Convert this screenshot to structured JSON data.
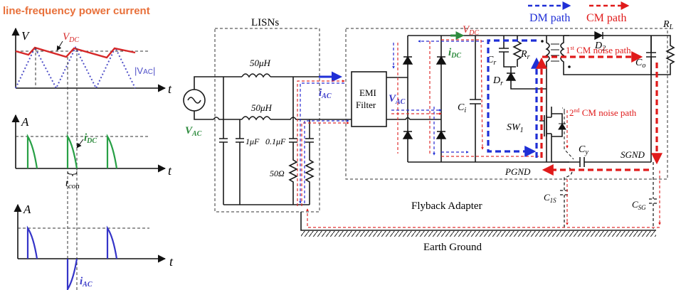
{
  "title": "line-frequency power current",
  "colors": {
    "title": "#e8703a",
    "dm_path": "#1f2fd6",
    "cm_path": "#e01a1a",
    "vdc_label": "#d62828",
    "idc_label": "#2e8b3e",
    "vac_label": "#2e8b3e",
    "iac_label": "#3a3ac8"
  },
  "waveforms": {
    "voltage": {
      "y_axis": "V",
      "x_axis": "t",
      "vdc_label": "V",
      "vdc_sub": "DC",
      "vac_label": "|V",
      "vac_sub": "AC",
      "vac_close": "|"
    },
    "dc_current": {
      "y_axis": "A",
      "x_axis": "t",
      "idc_label": "i",
      "idc_sub": "DC",
      "tcon_label": "t",
      "tcon_sub": "con"
    },
    "ac_current": {
      "y_axis": "A",
      "x_axis": "t",
      "iac_label": "i",
      "iac_sub": "AC"
    }
  },
  "legend": {
    "dm": "DM path",
    "cm": "CM path"
  },
  "circuit": {
    "lisn_label": "LISNs",
    "source_label": "V",
    "source_sub": "AC",
    "inductor_top": "50μH",
    "inductor_bottom": "50μH",
    "cap_1": "1μF",
    "cap_2": "0.1μF",
    "resistor": "50Ω",
    "iac_label": "i",
    "iac_sub": "AC",
    "emi_filter_line1": "EMI",
    "emi_filter_line2": "Filter",
    "vac_label": "V",
    "vac_sub": "AC",
    "vdc_label": "V",
    "vdc_sub": "DC",
    "idc_label": "i",
    "idc_sub": "DC",
    "ci_label": "C",
    "ci_sub": "i",
    "cr_label": "C",
    "cr_sub": "r",
    "rr_label": "R",
    "rr_sub": "r",
    "dr_label": "D",
    "dr_sub": "r",
    "sw_label": "SW",
    "sw_sub": "1",
    "d2_label": "D",
    "d2_sub": "2",
    "co_label": "C",
    "co_sub": "o",
    "rl_label": "R",
    "rl_sub": "L",
    "cy_label": "C",
    "cy_sub": "y",
    "c1s_label": "C",
    "c1s_sub": "1S",
    "csg_label": "C",
    "csg_sub": "SG",
    "sgnd": "SGND",
    "pgnd": "PGND",
    "cm1_ord": "1",
    "cm1_sup": "st",
    "cm1_text": " CM noise path",
    "cm2_ord": "2",
    "cm2_sup": "nd",
    "cm2_text": " CM noise path",
    "flyback_label": "Flyback Adapter",
    "earth_label": "Earth Ground"
  }
}
